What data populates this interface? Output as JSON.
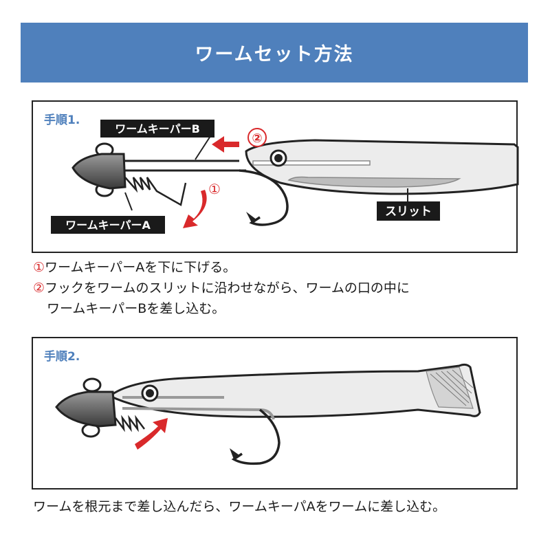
{
  "header": {
    "title": "ワームセット方法"
  },
  "step1": {
    "label": "手順1.",
    "keeper_b": "ワームキーパーB",
    "keeper_a": "ワームキーパーA",
    "slit": "スリット",
    "marker_1": "①",
    "marker_2": "②",
    "instructions": [
      {
        "marker": "①",
        "text": "ワームキーパーAを下に下げる。"
      },
      {
        "marker": "②",
        "text": "フックをワームのスリットに沿わせながら、ワームの口の中に"
      },
      {
        "marker": "",
        "text": "ワームキーパーBを差し込む。"
      }
    ]
  },
  "step2": {
    "label": "手順2.",
    "instruction": "ワームを根元まで差し込んだら、ワームキーパAをワームに差し込む。"
  },
  "colors": {
    "banner": "#4f80bc",
    "arrow": "#d9292b",
    "outline": "#222222",
    "worm_fill": "#e9e9e9"
  }
}
